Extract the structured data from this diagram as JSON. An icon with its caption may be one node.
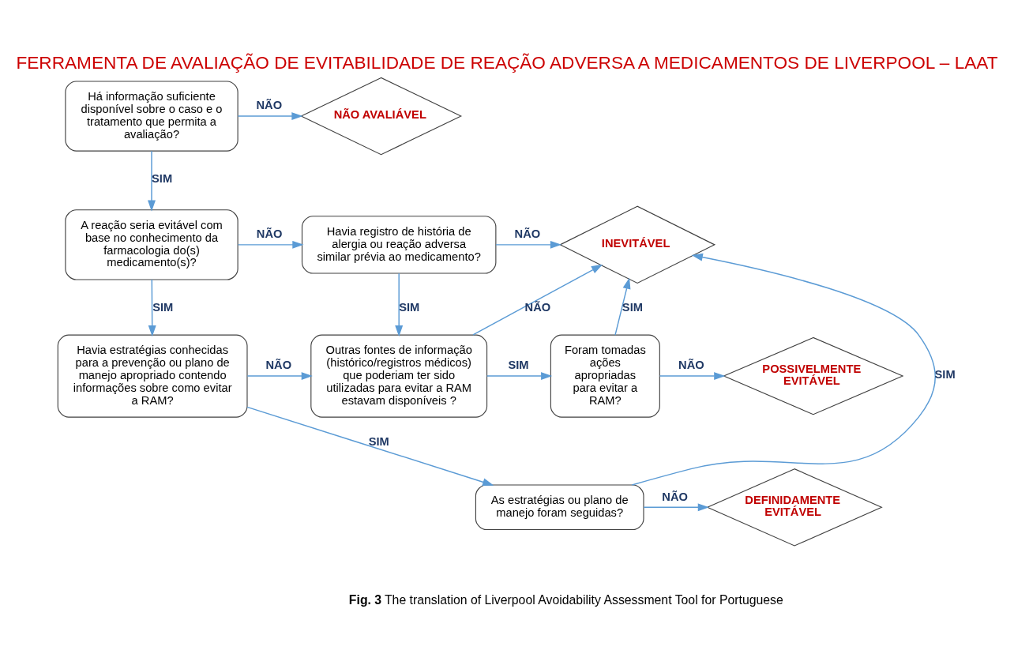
{
  "diagram": {
    "title": "FERRAMENTA DE AVALIAÇÃO DE EVITABILIDADE DE REAÇÃO ADVERSA A MEDICAMENTOS DE LIVERPOOL – LAAT",
    "caption": "**Fig. 3** The translation of Liverpool Avoidability Assessment Tool for Portuguese",
    "nodes": [
      {
        "text": [
          "Há informação suficiente disponível sobre o caso e o tratamento que permita a avaliação?"
        ]
      },
      {
        "text": [
          "NÃO AVALIÁVEL"
        ]
      },
      {
        "text": [
          "A reação seria evitável com base no conhecimento da farmacologia do(s) medicamento(s)?"
        ]
      },
      {
        "text": [
          "Havia registro de história de alergia ou reação adversa similar prévia ao medicamento?"
        ]
      },
      {
        "text": [
          "INEVITÁVEL"
        ]
      },
      {
        "text": [
          "Havia estratégias conhecidas para a prevenção ou plano de manejo apropriado contendo informações sobre como evitar a RAM?"
        ]
      },
      {
        "text": [
          "Outras fontes de informação (histórico/registros médicos) que poderiam ter sido utilizadas para evitar a RAM estavam disponíveis ?"
        ]
      },
      {
        "text": [
          "Foram tomadas ações apropriadas para evitar a RAM?"
        ]
      },
      {
        "text": [
          "POSSIVELMENTE EVITÁVEL"
        ]
      },
      {
        "text": [
          "As estratégias ou plano de manejo foram seguidas?"
        ]
      },
      {
        "text": [
          "DEFINIDAMENTE EVITÁVEL"
        ]
      }
    ],
    "edges": [
      {
        "from": 0,
        "to": 1,
        "arrow": "to",
        "label": "NÃO"
      },
      {
        "from": 0,
        "to": 2,
        "arrow": "to",
        "label": "SIM"
      },
      {
        "from": 2,
        "to": 3,
        "arrow": "to",
        "label": "NÃO"
      },
      {
        "from": 3,
        "to": 4,
        "arrow": "to",
        "label": "NÃO"
      },
      {
        "from": 2,
        "to": 5,
        "arrow": "to",
        "label": "SIM"
      },
      {
        "from": 3,
        "to": 6,
        "arrow": "to",
        "label": "SIM"
      },
      {
        "from": 5,
        "to": 6,
        "arrow": "to",
        "label": "NÃO"
      },
      {
        "from": 6,
        "to": 4,
        "arrow": "to",
        "label": "NÃO"
      },
      {
        "from": 6,
        "to": 7,
        "arrow": "to",
        "label": "SIM"
      },
      {
        "from": 7,
        "to": 4,
        "arrow": "to",
        "label": "SIM"
      },
      {
        "from": 7,
        "to": 8,
        "arrow": "to",
        "label": "NÃO"
      },
      {
        "from": 5,
        "to": 9,
        "arrow": "to",
        "label": "SIM"
      },
      {
        "from": 9,
        "to": 4,
        "arrow": "to",
        "label": "SIM"
      },
      {
        "from": 9,
        "to": 10,
        "arrow": "to",
        "label": "NÃO"
      }
    ]
  }
}
